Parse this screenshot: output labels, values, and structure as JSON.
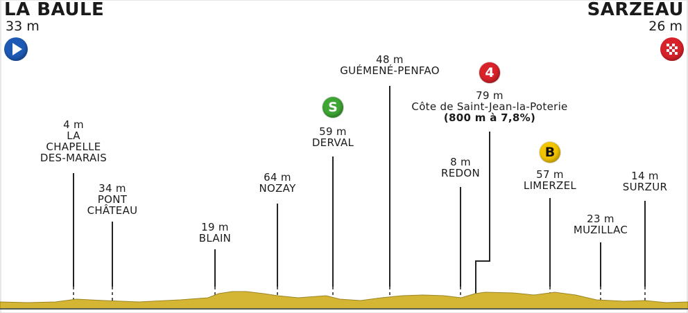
{
  "start": {
    "name": "LA BAULE",
    "altitude": "33 m",
    "icon": "start-play-icon",
    "color": "#1e5ab4"
  },
  "finish": {
    "name": "SARZEAU",
    "altitude": "26 m",
    "icon": "finish-checkered-flag-icon",
    "color": "#d8232a"
  },
  "colors": {
    "terrain": "#d4b634",
    "terrain_shadow": "#9c8522",
    "baseline": "#5a5a5a"
  },
  "waypoints": [
    {
      "id": "la-chapelle",
      "lines": [
        "4 m",
        "LA",
        "CHAPELLE",
        "DES-MARAIS"
      ]
    },
    {
      "id": "pont-chateau",
      "lines": [
        "34 m",
        "PONT",
        "CHÂTEAU"
      ]
    },
    {
      "id": "blain",
      "lines": [
        "19 m",
        "BLAIN"
      ]
    },
    {
      "id": "nozay",
      "lines": [
        "64 m",
        "NOZAY"
      ]
    },
    {
      "id": "derval",
      "lines": [
        "59 m",
        "DERVAL"
      ],
      "badge": {
        "text": "S",
        "color": "#3fa535",
        "fg": "#ffffff",
        "icon": "sprint-icon"
      }
    },
    {
      "id": "guemene-penfao",
      "lines": [
        "48 m",
        "GUÉMENÉ-PENFAO"
      ]
    },
    {
      "id": "saint-jean-la-poterie",
      "lines": [
        "79 m",
        "Côte de Saint-Jean-la-Poterie"
      ],
      "bold": "(800 m à 7,8%)",
      "badge": {
        "text": "4",
        "color": "#d8232a",
        "fg": "#ffffff",
        "icon": "climb-category-icon"
      }
    },
    {
      "id": "redon",
      "lines": [
        "8 m",
        "REDON"
      ]
    },
    {
      "id": "limerzel",
      "lines": [
        "57 m",
        "LIMERZEL"
      ],
      "badge": {
        "text": "B",
        "color": "#f2c500",
        "fg": "#111111",
        "icon": "bonus-point-icon"
      }
    },
    {
      "id": "muzillac",
      "lines": [
        "23 m",
        "MUZILLAC"
      ]
    },
    {
      "id": "surzur",
      "lines": [
        "14 m",
        "SURZUR"
      ]
    }
  ]
}
